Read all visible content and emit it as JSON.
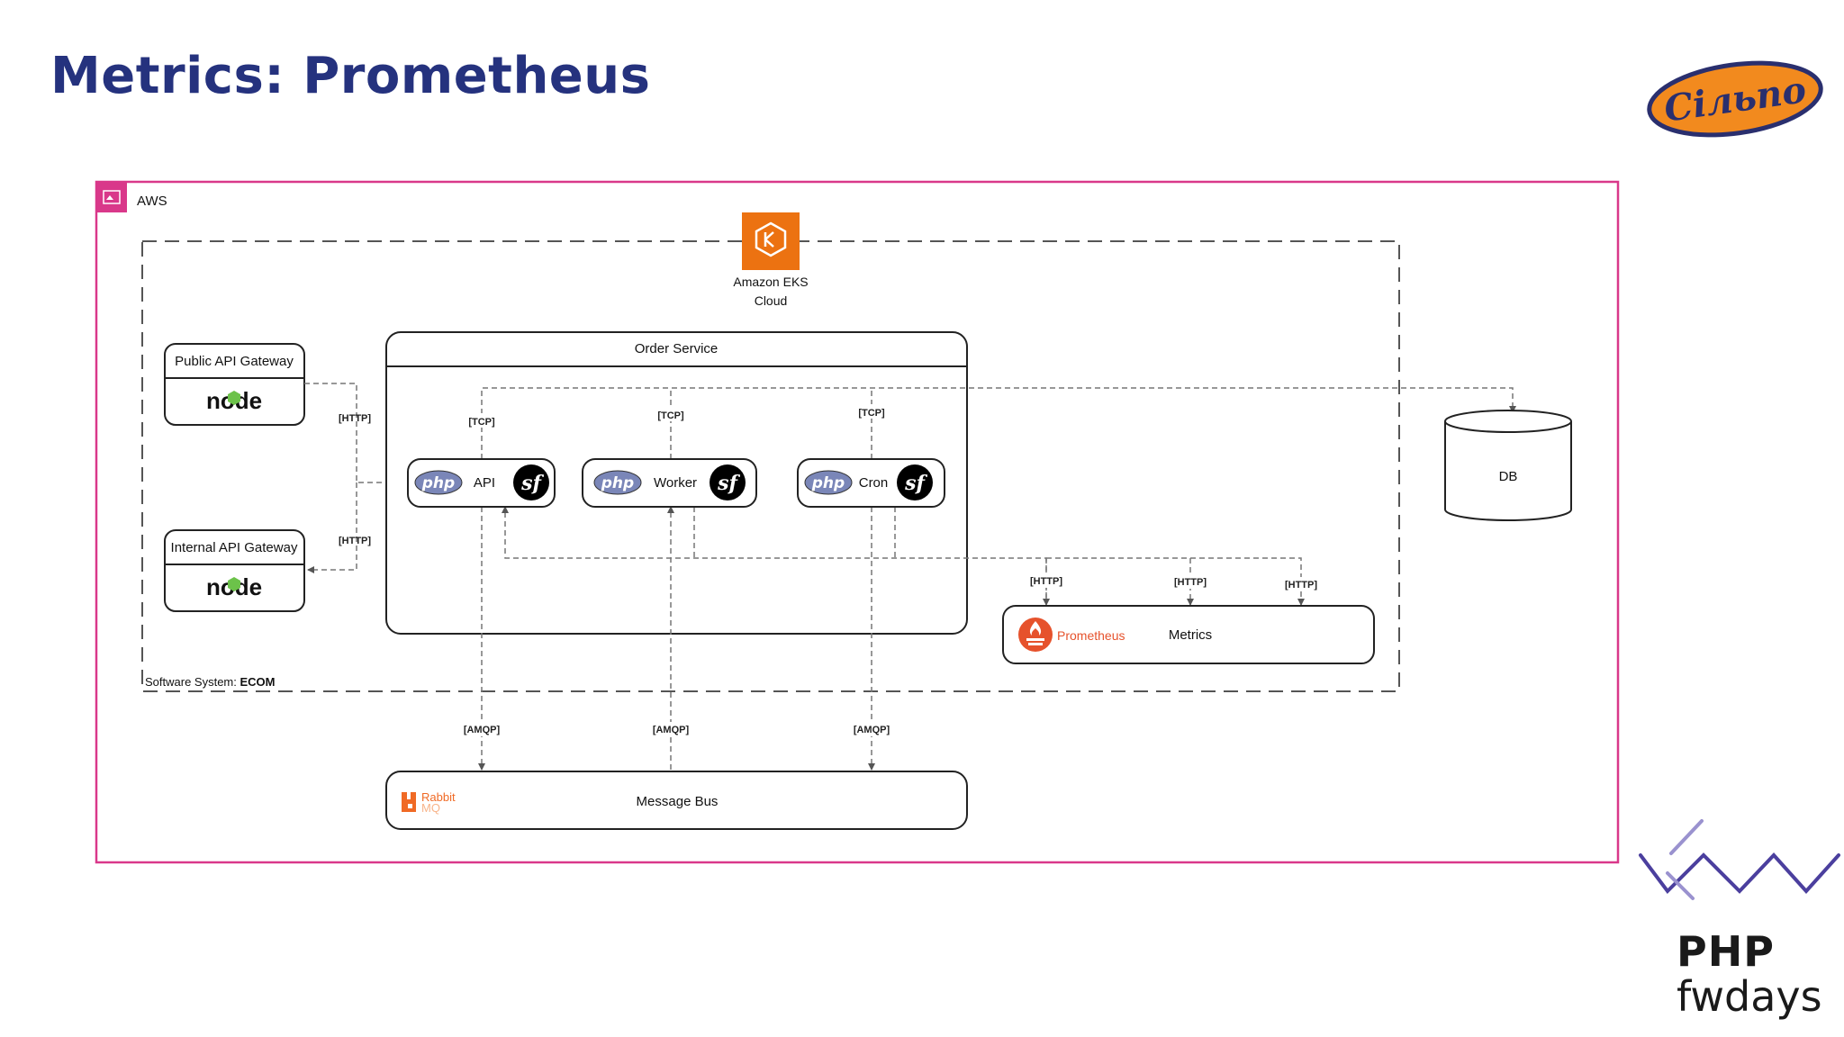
{
  "slide": {
    "title": "Metrics: Prometheus"
  },
  "colors": {
    "title": "#25327e",
    "aws_border": "#d9388a",
    "eks_orange": "#ec7211",
    "prometheus": "#e6522c",
    "rabbit": "#f06a25",
    "php": "#7a86b8",
    "fwdays_purple": "#4b3f9e"
  },
  "aws": {
    "label": "AWS",
    "icon": "aws-cloud-group-icon"
  },
  "eks": {
    "line1": "Amazon EKS",
    "line2": "Cloud",
    "icon": "eks-icon"
  },
  "system_boundary": {
    "prefix": "Software System: ",
    "name": "ECOM"
  },
  "gateways": {
    "public": {
      "label": "Public API Gateway",
      "logo": "node"
    },
    "internal": {
      "label": "Internal API Gateway",
      "logo": "node"
    }
  },
  "order_service": {
    "label": "Order Service",
    "components": [
      {
        "name": "API",
        "php_logo": "php",
        "icon": "symfony-icon"
      },
      {
        "name": "Worker",
        "php_logo": "php",
        "icon": "symfony-icon"
      },
      {
        "name": "Cron",
        "php_logo": "php",
        "icon": "symfony-icon"
      }
    ]
  },
  "db": {
    "label": "DB"
  },
  "metrics": {
    "label": "Metrics",
    "brand": "Prometheus",
    "icon": "prometheus-icon"
  },
  "message_bus": {
    "label": "Message Bus",
    "brand_line1": "Rabbit",
    "brand_line2": "MQ",
    "icon": "rabbitmq-icon"
  },
  "protocols": {
    "http": "[HTTP]",
    "tcp": "[TCP]",
    "amqp": "[AMQP]"
  },
  "branding": {
    "logo_text": "Сільпо",
    "fw_line1": "PHP",
    "fw_line2": "fwdays"
  }
}
